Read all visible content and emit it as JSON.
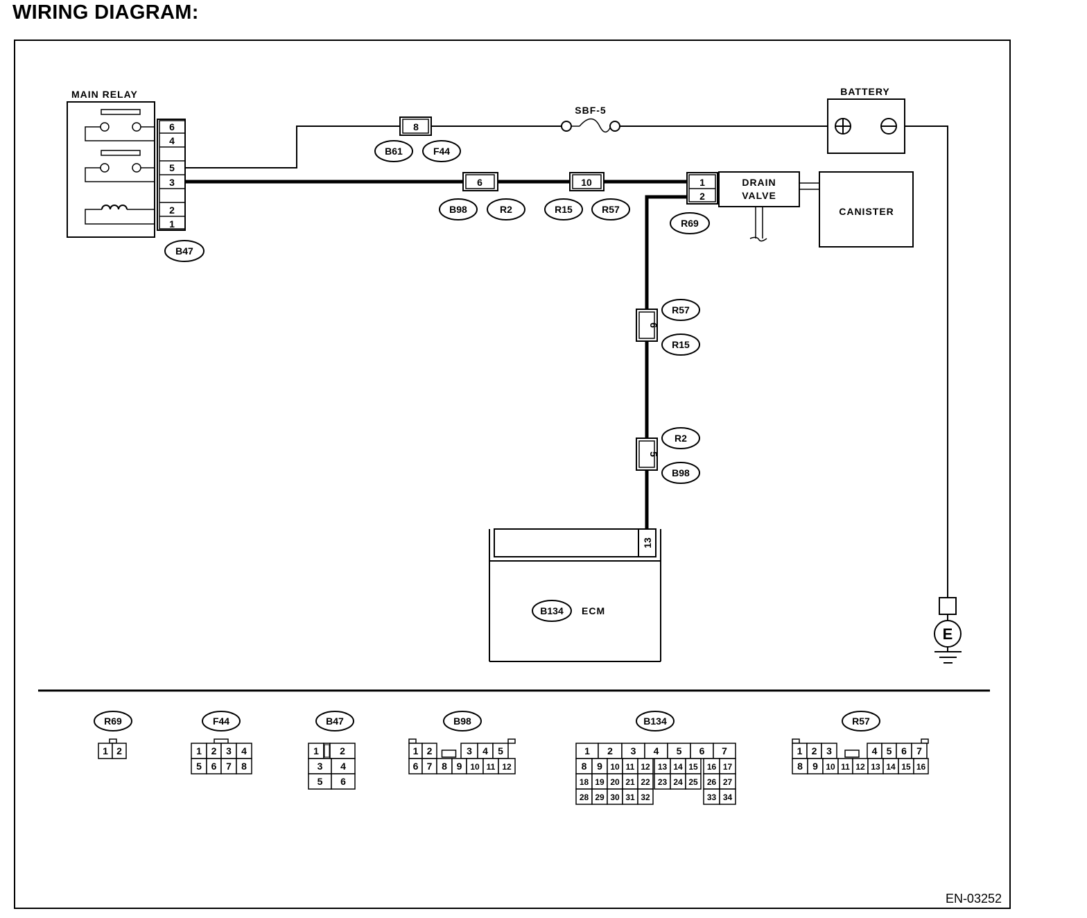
{
  "title": "WIRING DIAGRAM:",
  "doc_id": "EN-03252",
  "components": {
    "main_relay": "MAIN RELAY",
    "battery": "BATTERY",
    "fuse": "SBF-5",
    "drain_valve_line1": "DRAIN",
    "drain_valve_line2": "VALVE",
    "canister": "CANISTER",
    "ecm": "ECM",
    "ground": "E"
  },
  "relay_pins": [
    "6",
    "4",
    "5",
    "3",
    "2",
    "1"
  ],
  "drain_valve_pins": [
    "1",
    "2"
  ],
  "ecm_pin": "13",
  "inline_connectors": [
    {
      "pin": "8",
      "tags": [
        "B61",
        "F44"
      ]
    },
    {
      "pin": "6",
      "tags": [
        "B98",
        "R2"
      ]
    },
    {
      "pin": "10",
      "tags": [
        "R15",
        "R57"
      ]
    },
    {
      "pin": "6",
      "tags": [
        "R57",
        "R15"
      ]
    },
    {
      "pin": "5",
      "tags": [
        "R2",
        "B98"
      ]
    }
  ],
  "connector_tags": {
    "relay": "B47",
    "drain_valve": "R69",
    "ecm": "B134"
  },
  "legend": [
    {
      "name": "R69",
      "rows": [
        [
          "1",
          "2"
        ]
      ]
    },
    {
      "name": "F44",
      "rows": [
        [
          "1",
          "2",
          "3",
          "4"
        ],
        [
          "5",
          "6",
          "7",
          "8"
        ]
      ]
    },
    {
      "name": "B47",
      "rows": [
        [
          "1",
          "",
          "2"
        ],
        [
          "3",
          "4"
        ],
        [
          "5",
          "6"
        ]
      ]
    },
    {
      "name": "B98",
      "rows": [
        [
          "1",
          "2",
          "",
          "3",
          "4",
          "5"
        ],
        [
          "6",
          "7",
          "8",
          "9",
          "10",
          "11",
          "12"
        ]
      ]
    },
    {
      "name": "B134",
      "rows": [
        [
          "1",
          "2",
          "3",
          "4",
          "5",
          "6",
          "7"
        ],
        [
          "8",
          "9",
          "10",
          "11",
          "12",
          "13",
          "14",
          "15",
          "16",
          "17"
        ],
        [
          "18",
          "19",
          "20",
          "21",
          "22",
          "23",
          "24",
          "25",
          "26",
          "27"
        ],
        [
          "28",
          "29",
          "30",
          "31",
          "32",
          "33",
          "34"
        ]
      ]
    },
    {
      "name": "R57",
      "rows": [
        [
          "1",
          "2",
          "3",
          "",
          "4",
          "5",
          "6",
          "7"
        ],
        [
          "8",
          "9",
          "10",
          "11",
          "12",
          "13",
          "14",
          "15",
          "16"
        ]
      ]
    }
  ]
}
